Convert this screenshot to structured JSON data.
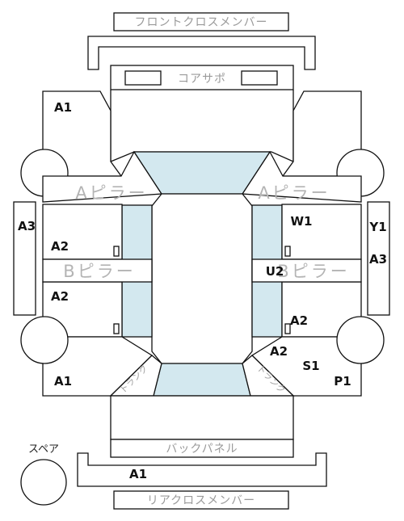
{
  "labels": {
    "front_cross_member": "フロントクロスメンバー",
    "core_support": "コアサポ",
    "a_pillar_left": "Aピラー",
    "a_pillar_right": "Aピラー",
    "b_pillar_left": "Bピラー",
    "b_pillar_right": "Bピラー",
    "trunk_left": "トランク",
    "trunk_right": "トランク",
    "back_panel": "バックパネル",
    "rear_cross_member": "リアクロスメンバー",
    "spare": "スペア"
  },
  "grades": {
    "front_left_fender": "A1",
    "left_outer": "A3",
    "front_left_door": "A2",
    "rear_left_door": "A2",
    "rear_left_quarter": "A1",
    "front_right_door": "W1",
    "right_outer_top": "Y1",
    "right_outer_bottom": "A3",
    "b_pillar_right_mark": "U2",
    "rear_right_door": "A2",
    "rear_right_quarter_a": "A2",
    "rear_right_quarter_s": "S1",
    "rear_right_quarter_p": "P1",
    "rear_bumper": "A1"
  },
  "colors": {
    "outline": "#111111",
    "glass": "#d3e8ef",
    "label_gray": "#9a9a9a"
  }
}
